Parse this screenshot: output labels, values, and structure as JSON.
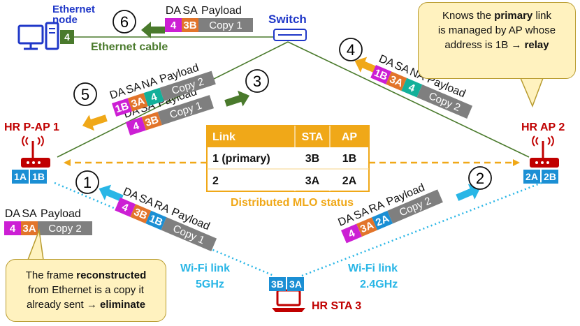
{
  "colors": {
    "da": "#cc1fd4",
    "sa": "#e2742a",
    "ra": "#1b8fd4",
    "na": "#13b09a",
    "payload": "#7f7f7f",
    "ethernet": "#4a7a2c",
    "wifi": "#29b6e6",
    "red": "#c00000",
    "blue": "#1f37c8",
    "orange": "#f0a818",
    "callout_fill": "#fff2bf",
    "table_border": "#f0a818"
  },
  "icons": [
    "computer-icon",
    "switch-icon",
    "router-icon",
    "laptop-icon"
  ],
  "nodes": {
    "ethernet_node": {
      "title": "Ethernet\nnode",
      "port": "4"
    },
    "switch": {
      "title": "Switch"
    },
    "pap": {
      "title": "HR P-AP 1",
      "ports": [
        "1A",
        "1B"
      ]
    },
    "ap2": {
      "title": "HR AP 2",
      "ports": [
        "2A",
        "2B"
      ]
    },
    "sta": {
      "title": "HR STA 3",
      "ports": [
        "3B",
        "3A"
      ]
    }
  },
  "links": {
    "ethernet_cable": "Ethernet cable",
    "wifi_left": {
      "line1": "Wi-Fi link",
      "line2": "5GHz"
    },
    "wifi_right": {
      "line1": "Wi-Fi link",
      "line2": "2.4GHz"
    }
  },
  "steps": [
    "1",
    "2",
    "3",
    "4",
    "5",
    "6"
  ],
  "frames": {
    "f6": {
      "headers": [
        "DA",
        "SA",
        "Payload"
      ],
      "cells": [
        "4",
        "3B",
        "Copy 1"
      ]
    },
    "f5": {
      "headers": [
        "DA",
        "SA",
        "NA",
        "Payload"
      ],
      "cells": [
        "1B",
        "3A",
        "4",
        "Copy 2"
      ]
    },
    "f4": {
      "headers": [
        "DA",
        "SA",
        "NA",
        "Payload"
      ],
      "cells": [
        "1B",
        "3A",
        "4",
        "Copy 2"
      ]
    },
    "f3": {
      "headers": [
        "DA",
        "SA",
        "Payload"
      ],
      "cells": [
        "4",
        "3B",
        "Copy 1"
      ]
    },
    "f1": {
      "headers": [
        "DA",
        "SA",
        "RA",
        "Payload"
      ],
      "cells": [
        "4",
        "3B",
        "1B",
        "Copy 1"
      ]
    },
    "f2": {
      "headers": [
        "DA",
        "SA",
        "RA",
        "Payload"
      ],
      "cells": [
        "4",
        "3A",
        "2A",
        "Copy 2"
      ]
    },
    "frecon": {
      "headers": [
        "DA",
        "SA",
        "Payload"
      ],
      "cells": [
        "4",
        "3A",
        "Copy 2"
      ]
    }
  },
  "mlo_table": {
    "headers": [
      "Link",
      "STA",
      "AP"
    ],
    "rows": [
      [
        "1 (primary)",
        "3B",
        "1B"
      ],
      [
        "2",
        "3A",
        "2A"
      ]
    ],
    "caption": "Distributed MLO status"
  },
  "callouts": {
    "top_right": [
      "Knows the ",
      "primary",
      " link",
      "is managed by AP whose",
      "address is 1B → ",
      "relay"
    ],
    "bottom_left": [
      "The frame ",
      "reconstructed",
      "from Ethernet is a copy it",
      "already sent → ",
      "eliminate"
    ]
  }
}
